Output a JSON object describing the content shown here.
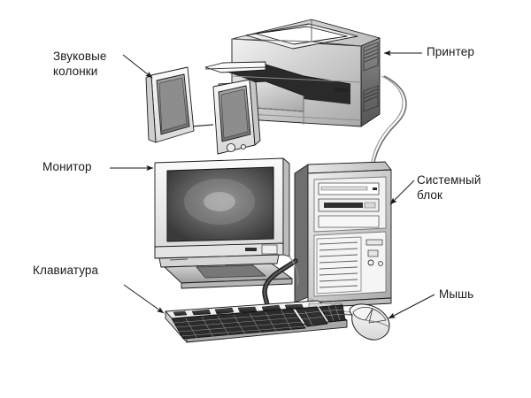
{
  "diagram": {
    "title": "Computer hardware components diagram",
    "background_color": "#ffffff",
    "ink_color": "#1a1a1a",
    "labels": [
      {
        "id": "speakers",
        "text": "Звуковые\nколонки",
        "lines": [
          "Звуковые",
          "колонки"
        ],
        "points_to": "speakers-illustration",
        "arrow": "down-right"
      },
      {
        "id": "monitor",
        "text": "Монитор",
        "lines": [
          "Монитор"
        ],
        "points_to": "monitor-illustration",
        "arrow": "right"
      },
      {
        "id": "keyboard",
        "text": "Клавиатура",
        "lines": [
          "Клавиатура"
        ],
        "points_to": "keyboard-illustration",
        "arrow": "down-right"
      },
      {
        "id": "printer",
        "text": "Принтер",
        "lines": [
          "Принтер"
        ],
        "points_to": "printer-illustration",
        "arrow": "left"
      },
      {
        "id": "system_unit",
        "text": "Системный\nблок",
        "lines": [
          "Системный",
          "блок"
        ],
        "points_to": "system-unit-illustration",
        "arrow": "down-left"
      },
      {
        "id": "mouse",
        "text": "Мышь",
        "lines": [
          "Мышь"
        ],
        "points_to": "mouse-illustration",
        "arrow": "down-left"
      }
    ],
    "devices": [
      {
        "id": "printer",
        "name": "printer-illustration"
      },
      {
        "id": "speakers",
        "name": "speakers-illustration"
      },
      {
        "id": "monitor",
        "name": "monitor-illustration"
      },
      {
        "id": "system_unit",
        "name": "system-unit-illustration"
      },
      {
        "id": "keyboard",
        "name": "keyboard-illustration"
      },
      {
        "id": "mouse",
        "name": "mouse-illustration"
      }
    ]
  }
}
